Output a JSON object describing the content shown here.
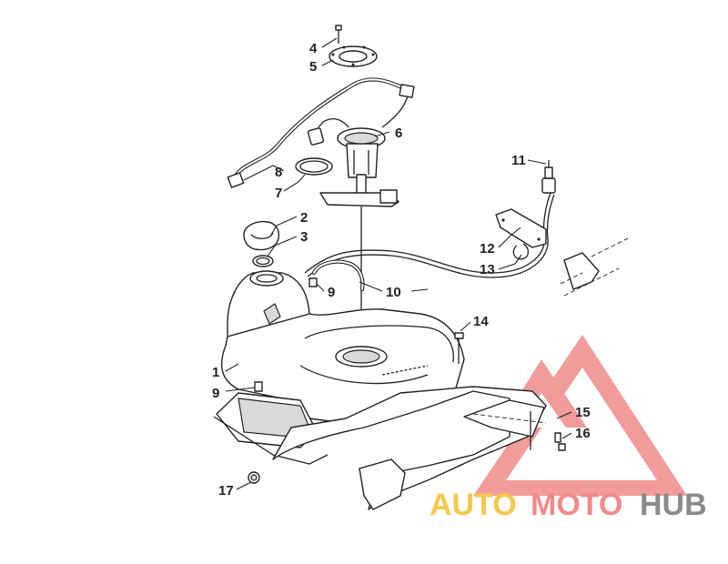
{
  "diagram": {
    "callouts": [
      {
        "id": "4",
        "label": "4"
      },
      {
        "id": "5",
        "label": "5"
      },
      {
        "id": "6",
        "label": "6"
      },
      {
        "id": "8",
        "label": "8"
      },
      {
        "id": "7",
        "label": "7"
      },
      {
        "id": "11",
        "label": "11"
      },
      {
        "id": "2",
        "label": "2"
      },
      {
        "id": "3",
        "label": "3"
      },
      {
        "id": "12",
        "label": "12"
      },
      {
        "id": "13",
        "label": "13"
      },
      {
        "id": "9a",
        "label": "9"
      },
      {
        "id": "10",
        "label": "10"
      },
      {
        "id": "14",
        "label": "14"
      },
      {
        "id": "1",
        "label": "1"
      },
      {
        "id": "9b",
        "label": "9"
      },
      {
        "id": "15",
        "label": "15"
      },
      {
        "id": "16",
        "label": "16"
      },
      {
        "id": "17",
        "label": "17"
      }
    ]
  },
  "watermark": {
    "part1": "AUTO",
    "part2": "MOTO",
    "part3": "HUB",
    "colors": {
      "auto": "#f5c84c",
      "moto": "#f08a8a",
      "hub": "#8a8a8a",
      "triangle": "#f08a8a"
    }
  }
}
